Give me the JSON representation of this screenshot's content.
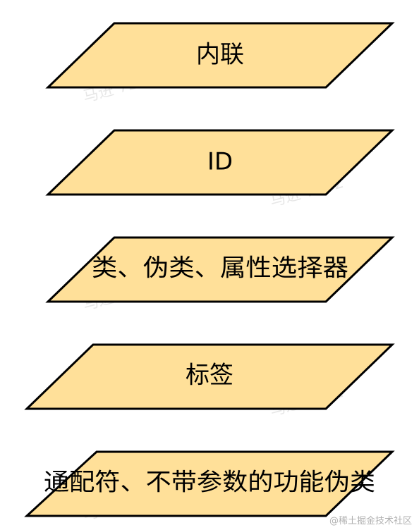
{
  "diagram": {
    "fill_color": "#FFE099",
    "stroke_color": "#000000",
    "steps": [
      {
        "label": "内联"
      },
      {
        "label": "ID"
      },
      {
        "label": "类、伪类、属性选择器"
      },
      {
        "label": "标签"
      },
      {
        "label": "通配符、不带参数的功能伪类"
      }
    ]
  },
  "watermarks": {
    "repeated_text": "马进 7202",
    "footer_text": "@稀土掘金技术社区"
  }
}
